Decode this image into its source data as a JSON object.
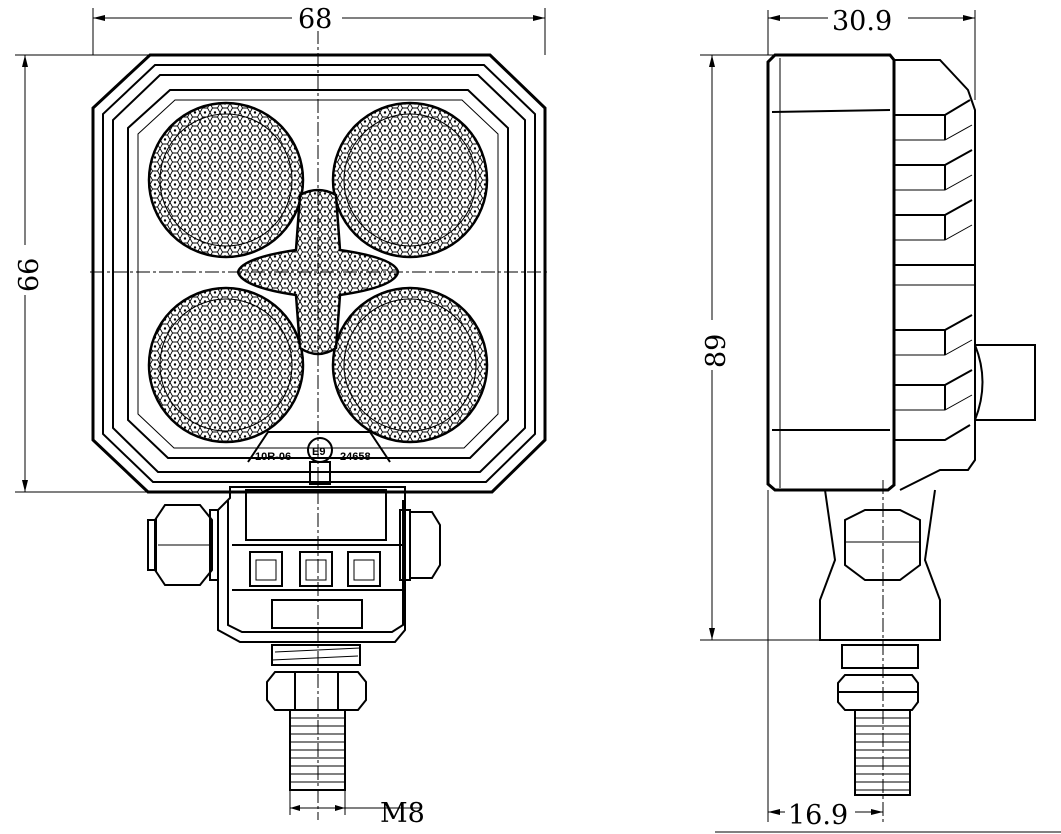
{
  "drawing": {
    "front_view": {
      "width_dim": "68",
      "height_dim": "66",
      "thread_dim": "M8",
      "marking": {
        "left": "10R-06",
        "emark": "E9",
        "right": "24658"
      }
    },
    "side_view": {
      "depth_dim": "30.9",
      "overall_height_dim": "89",
      "bolt_offset_dim": "16.9"
    }
  }
}
